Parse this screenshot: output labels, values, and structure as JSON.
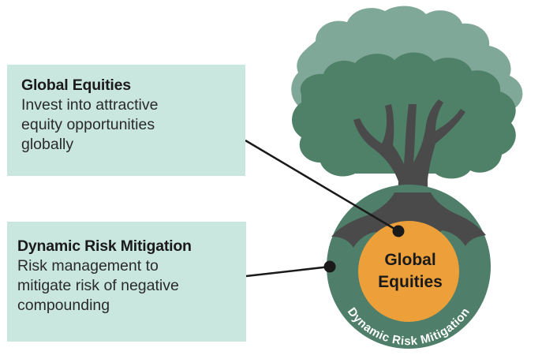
{
  "callouts": {
    "global_equities": {
      "title": "Global Equities",
      "body": "Invest into attractive\nequity opportunities\nglobally"
    },
    "risk_mitigation": {
      "title": "Dynamic Risk Mitigation",
      "body": "Risk management to\nmitigate risk of negative\ncompounding"
    }
  },
  "tree": {
    "core_label_line1": "Global",
    "core_label_line2": "Equities",
    "ring_label": "Dynamic Risk Mitigation"
  },
  "colors": {
    "callout_bg": "#c9e6df",
    "canopy_light": "#7fa898",
    "canopy_dark": "#4f8068",
    "trunk": "#4a4a4a",
    "ring": "#4f7f6a",
    "core": "#eda03a",
    "connector": "#1a1a1a"
  }
}
